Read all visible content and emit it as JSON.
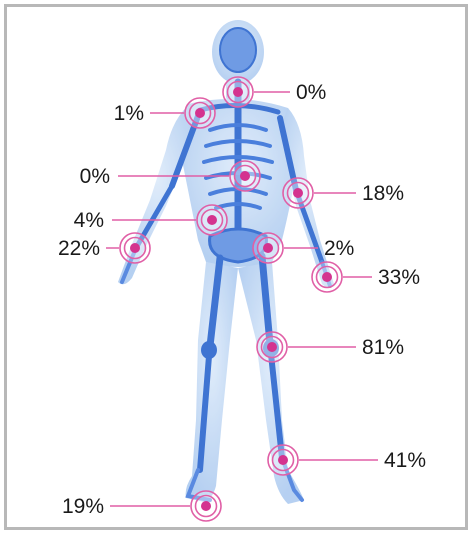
{
  "colors": {
    "background": "#ffffff",
    "border": "#b8b8b8",
    "body_fill": "#c5dcf5",
    "bone": "#3f74d2",
    "bone_light": "#7aa4ea",
    "marker": "#d4338f",
    "marker_ring": "#e05fa6",
    "leader_line": "#e05fa6",
    "text": "#1a1a1a"
  },
  "annotations": [
    {
      "id": "neck",
      "label": "0%"
    },
    {
      "id": "right-shoulder",
      "label": "1%"
    },
    {
      "id": "lower-back",
      "label": "0%"
    },
    {
      "id": "left-elbow",
      "label": "18%"
    },
    {
      "id": "right-hip",
      "label": "4%"
    },
    {
      "id": "right-wrist",
      "label": "22%"
    },
    {
      "id": "left-hip",
      "label": "2%"
    },
    {
      "id": "left-wrist",
      "label": "33%"
    },
    {
      "id": "left-knee",
      "label": "81%"
    },
    {
      "id": "left-ankle",
      "label": "41%"
    },
    {
      "id": "right-foot",
      "label": "19%"
    }
  ]
}
